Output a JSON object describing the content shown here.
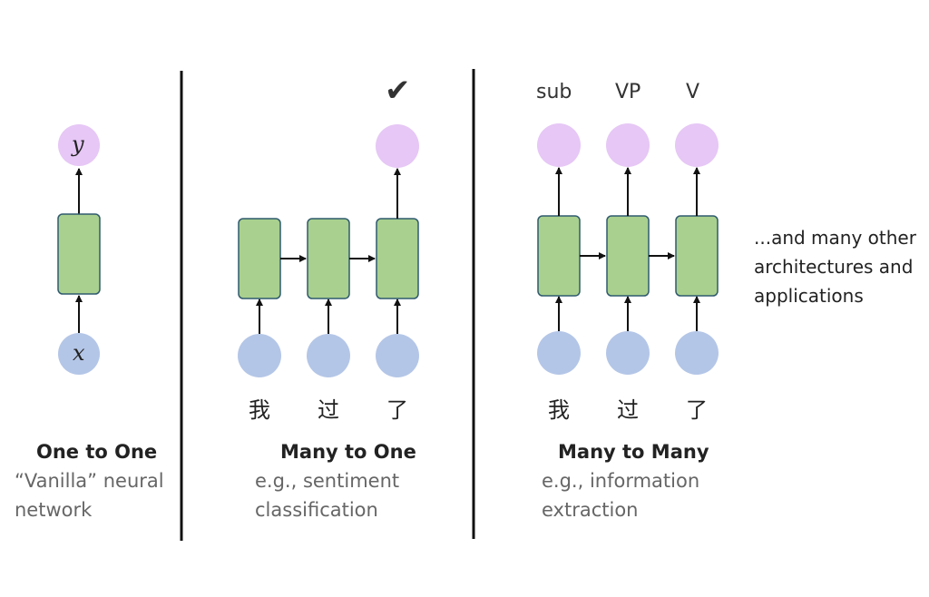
{
  "one_to_one": {
    "input": "x",
    "output": "y",
    "title": "One to One",
    "desc_line1": "“Vanilla” neural",
    "desc_line2": "network"
  },
  "many_to_one": {
    "check": "✔",
    "inputs": [
      "我",
      "过",
      "了"
    ],
    "title": "Many to One",
    "desc_line1": "e.g., sentiment",
    "desc_line2": "classification"
  },
  "many_to_many": {
    "outputs": [
      "sub",
      "VP",
      "V"
    ],
    "inputs": [
      "我",
      "过",
      "了"
    ],
    "title": "Many to Many",
    "desc_line1": "e.g., information",
    "desc_line2": "extraction"
  },
  "other": {
    "line1": "...and many other",
    "line2": "architectures and",
    "line3": "applications"
  },
  "colors": {
    "input_node": "#b4c6e7",
    "output_node": "#e6c7f5",
    "rnn_cell": "#a9d08e",
    "cell_border": "#2f5a6e"
  }
}
